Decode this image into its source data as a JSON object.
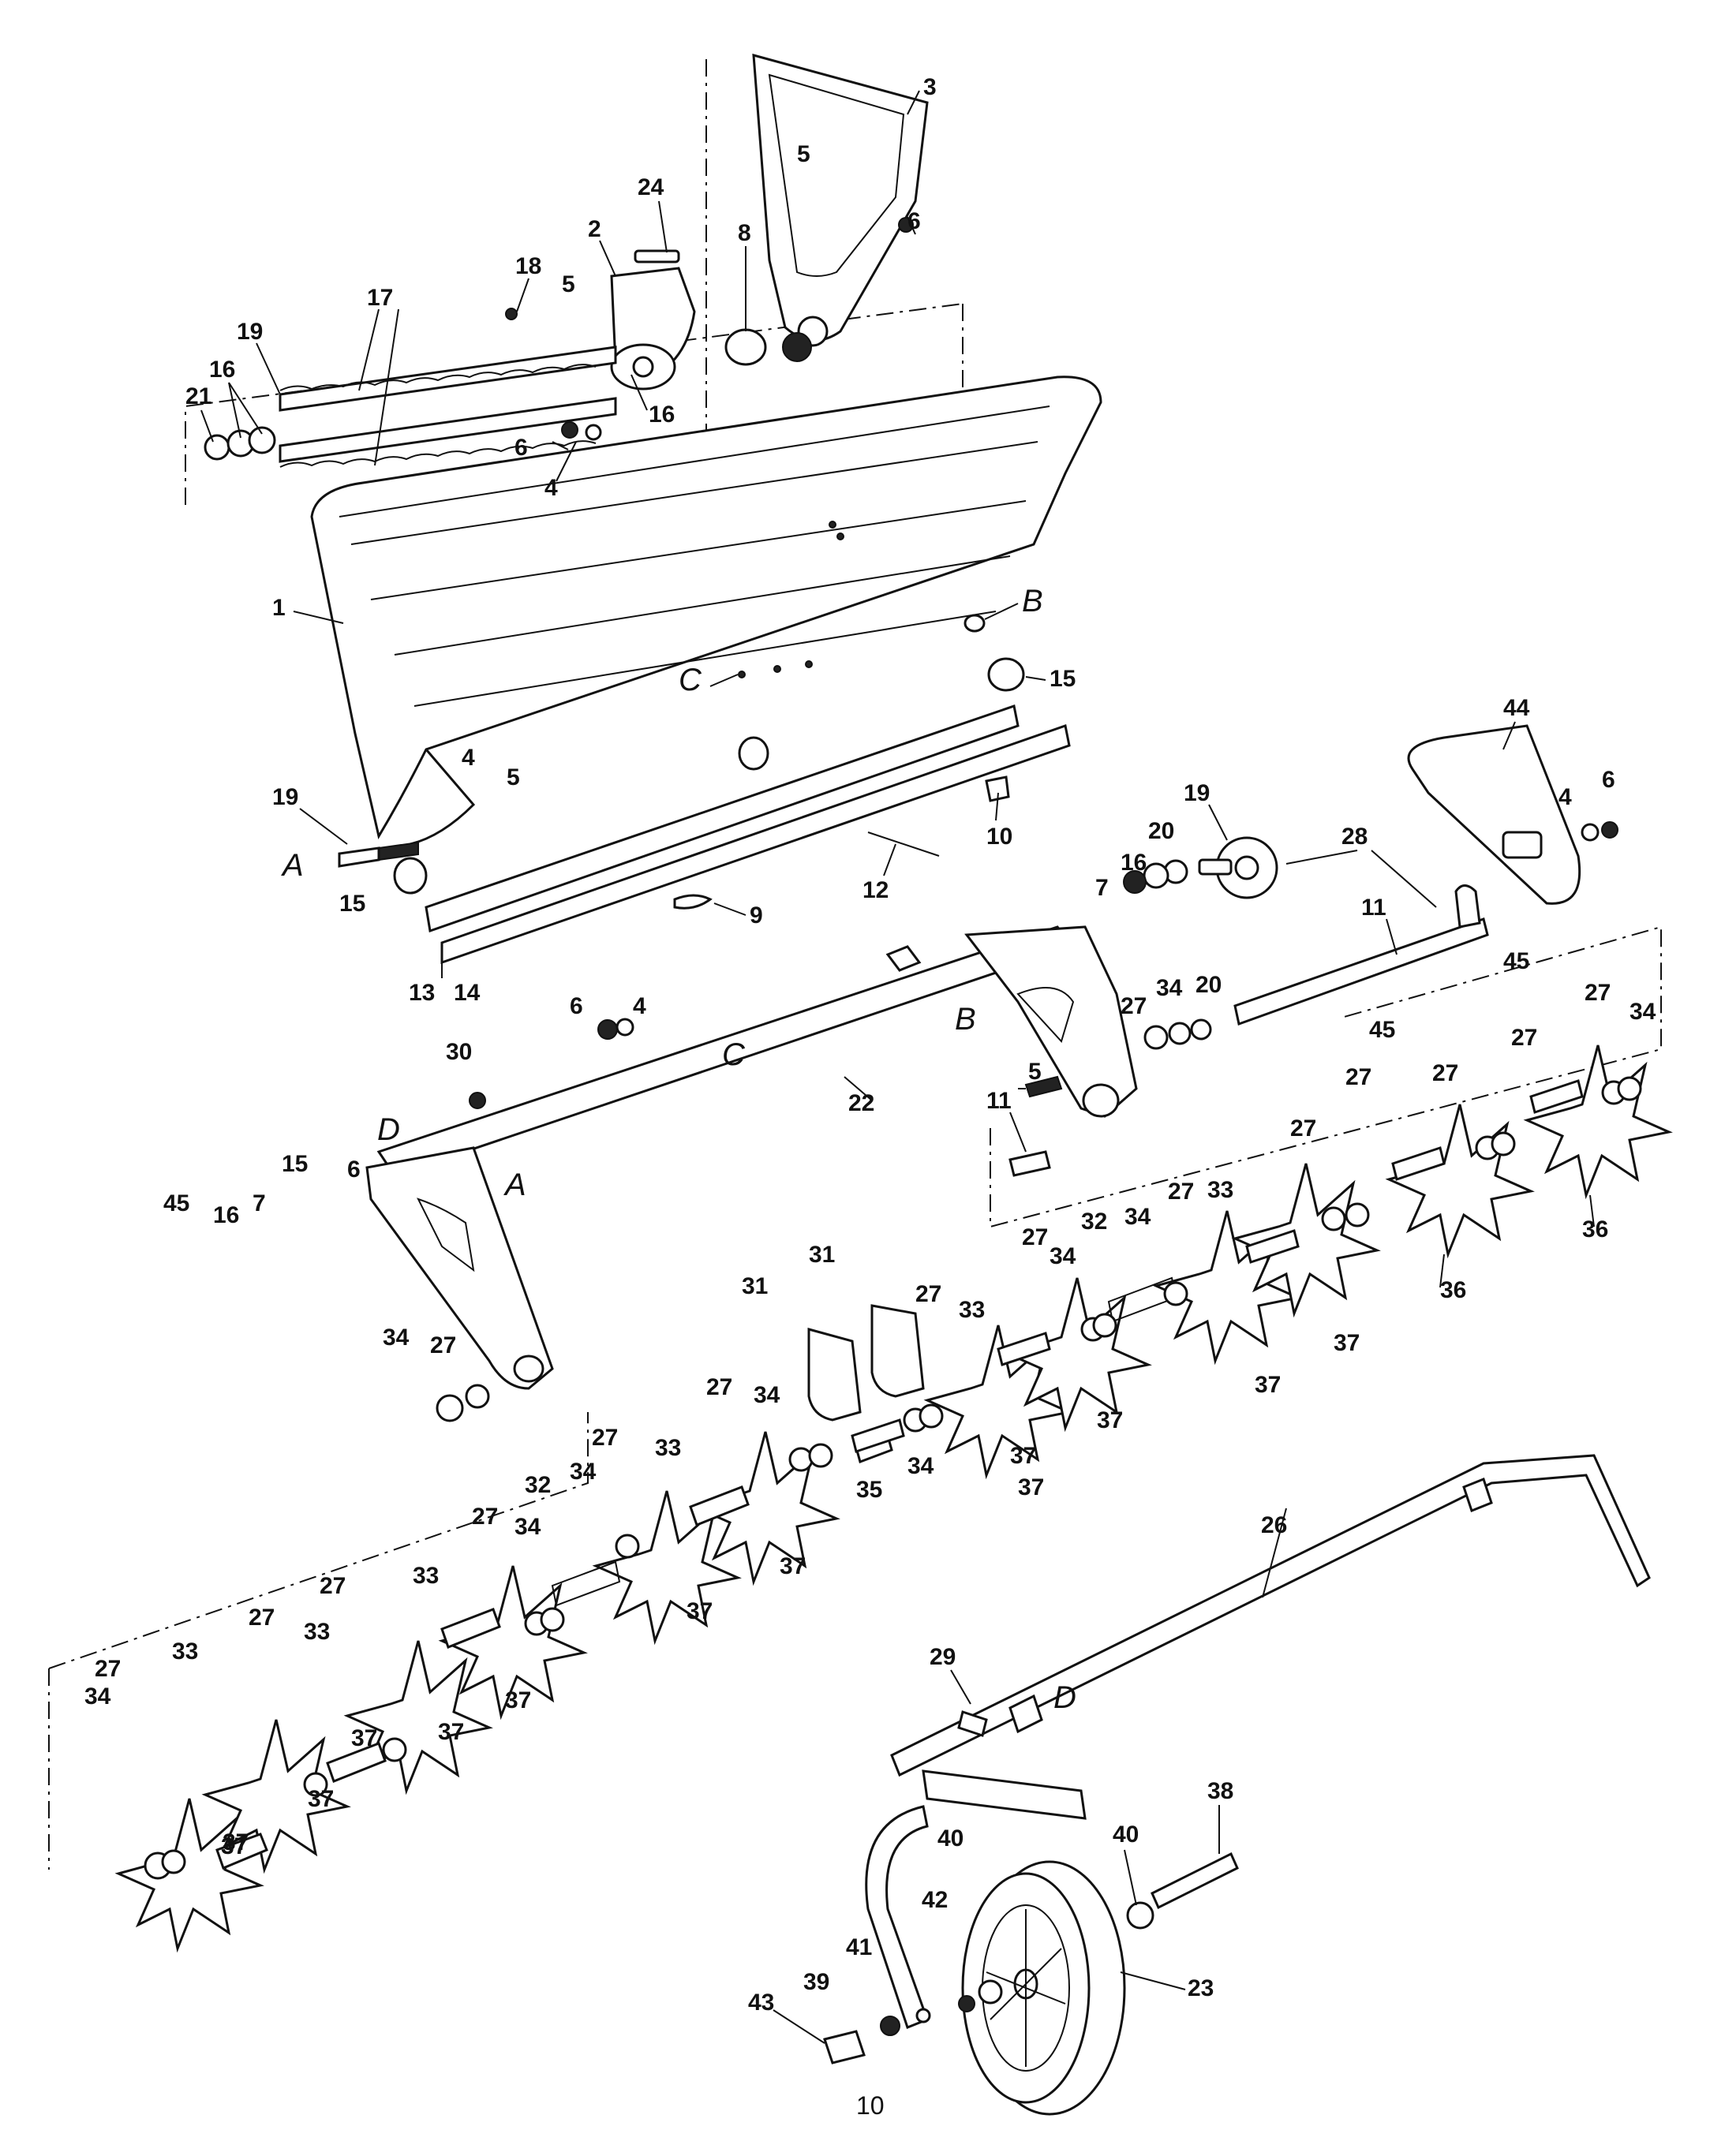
{
  "page_number": "10",
  "ref_letters": [
    "A",
    "B",
    "C",
    "D",
    "A",
    "B",
    "C",
    "D"
  ],
  "labels": [
    "3",
    "5",
    "24",
    "8",
    "6",
    "2",
    "18",
    "5",
    "17",
    "19",
    "16",
    "21",
    "16",
    "6",
    "4",
    "1",
    "B",
    "C",
    "15",
    "4",
    "5",
    "19",
    "A",
    "15",
    "13",
    "14",
    "10",
    "9",
    "12",
    "44",
    "4",
    "6",
    "19",
    "20",
    "28",
    "7",
    "16",
    "11",
    "45",
    "27",
    "34",
    "20",
    "34",
    "27",
    "5",
    "11",
    "6",
    "4",
    "30",
    "22",
    "27",
    "27",
    "27",
    "45",
    "27",
    "36",
    "36",
    "27",
    "33",
    "37",
    "37",
    "34",
    "32",
    "27",
    "34",
    "37",
    "37",
    "31",
    "31",
    "27",
    "33",
    "35",
    "34",
    "37",
    "27",
    "34",
    "37",
    "33",
    "37",
    "27",
    "34",
    "32",
    "27",
    "34",
    "37",
    "37",
    "27",
    "33",
    "37",
    "27",
    "33",
    "37",
    "27",
    "33",
    "37",
    "34",
    "37",
    "45",
    "16",
    "7",
    "15",
    "6",
    "26",
    "29",
    "38",
    "40",
    "40",
    "42",
    "41",
    "39",
    "43",
    "23",
    "27",
    "34"
  ]
}
